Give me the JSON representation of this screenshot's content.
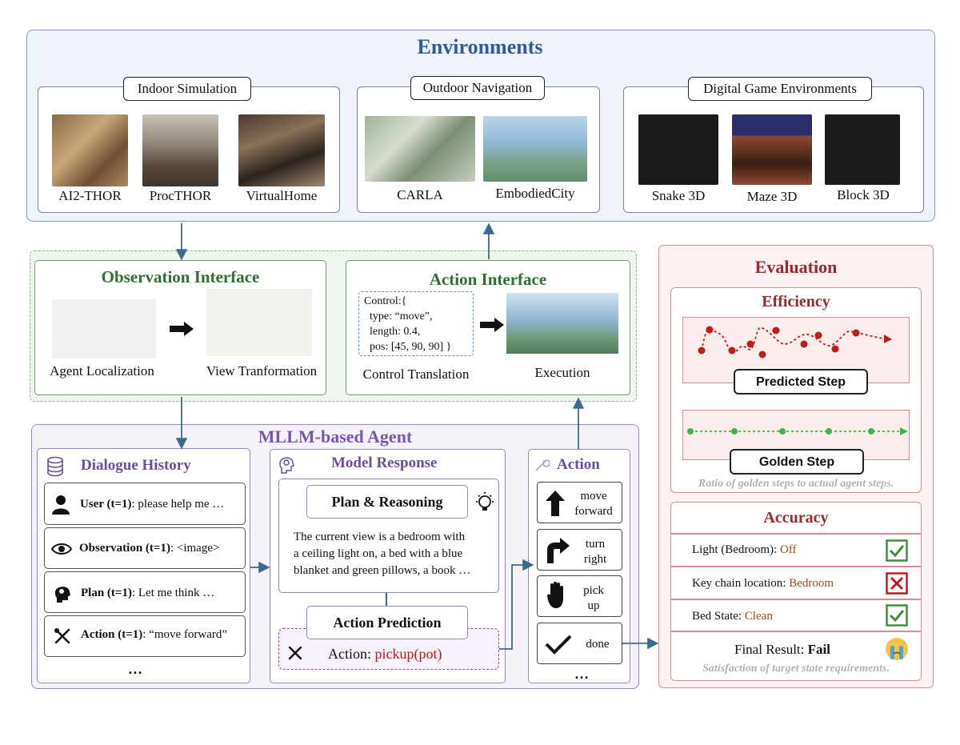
{
  "environments": {
    "title": "Environments",
    "indoor": {
      "label": "Indoor Simulation",
      "items": [
        "AI2-THOR",
        "ProcTHOR",
        "VirtualHome"
      ]
    },
    "outdoor": {
      "label": "Outdoor Navigation",
      "items": [
        "CARLA",
        "EmbodiedCity"
      ]
    },
    "games": {
      "label": "Digital Game Environments",
      "items": [
        "Snake 3D",
        "Maze 3D",
        "Block 3D"
      ]
    }
  },
  "observation": {
    "title": "Observation Interface",
    "items": [
      "Agent Localization",
      "View Tranformation"
    ]
  },
  "action_interface": {
    "title": "Action Interface",
    "code": [
      "Control:{",
      "  type: “move”,",
      "  length: 0.4,",
      "  pos: [45, 90, 90] }"
    ],
    "items": [
      "Control Translation",
      "Execution"
    ]
  },
  "agent": {
    "title": "MLLM-based Agent",
    "dialogue": {
      "title": "Dialogue History",
      "rows": [
        {
          "label": "User (t=1)",
          "text": ": please help me …"
        },
        {
          "label": "Observation (t=1)",
          "text": ": <image>"
        },
        {
          "label": "Plan (t=1)",
          "text": ": Let me think …"
        },
        {
          "label": "Action (t=1)",
          "text": ": “move forward”"
        }
      ],
      "more": "…"
    },
    "response": {
      "title": "Model Response",
      "plan_label": "Plan & Reasoning",
      "plan_text": [
        "The current view is a bedroom with",
        "a ceiling light on, a bed with a blue",
        "blanket and green pillows, a book …"
      ],
      "prediction_label": "Action Prediction",
      "action_prefix": "Action: ",
      "action_value": "pickup(pot)"
    },
    "actions": {
      "title": "Action",
      "items": [
        {
          "line1": "move",
          "line2": "forward"
        },
        {
          "line1": "turn",
          "line2": "right"
        },
        {
          "line1": "pick",
          "line2": "up"
        },
        {
          "line1": "done",
          "line2": ""
        }
      ],
      "more": "…"
    }
  },
  "evaluation": {
    "title": "Evaluation",
    "efficiency": {
      "title": "Efficiency",
      "predicted_label": "Predicted Step",
      "golden_label": "Golden Step",
      "note": "Ratio of golden steps to actual agent steps."
    },
    "accuracy": {
      "title": "Accuracy",
      "rows": [
        {
          "label": "Light (Bedroom): ",
          "value": "Off",
          "status": "pass"
        },
        {
          "label": "Key chain location: ",
          "value": "Bedroom",
          "status": "fail"
        },
        {
          "label": "Bed State: ",
          "value": "Clean",
          "status": "pass"
        }
      ],
      "final_prefix": "Final Result: ",
      "final_value": "Fail",
      "note": "Satisfaction of target state requirements."
    }
  },
  "colors": {
    "env": "#2f5b98",
    "interface": "#2f6f34",
    "agent": "#6a4e9a",
    "eval": "#9b2730",
    "pass": "#3f8f3f",
    "fail": "#c11a1a"
  }
}
